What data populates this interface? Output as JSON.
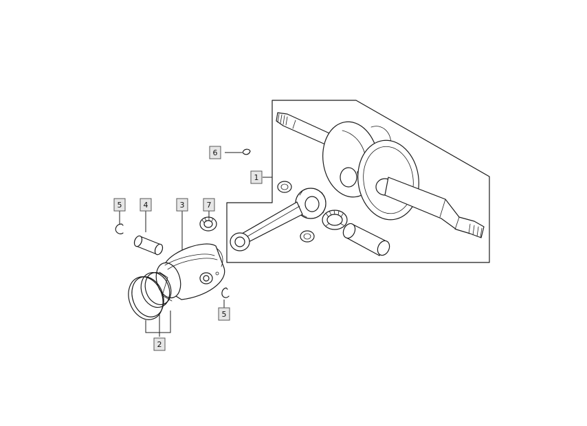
{
  "labels": {
    "l1": "1",
    "l2": "2",
    "l3": "3",
    "l4": "4",
    "l5a": "5",
    "l5b": "5",
    "l6": "6",
    "l7": "7"
  },
  "parts": [
    "crankshaft-assembly-icon",
    "piston-ring-set-icon",
    "piston-icon",
    "piston-pin-icon",
    "circlip-icon",
    "woodruff-key-icon",
    "needle-bearing-icon"
  ]
}
